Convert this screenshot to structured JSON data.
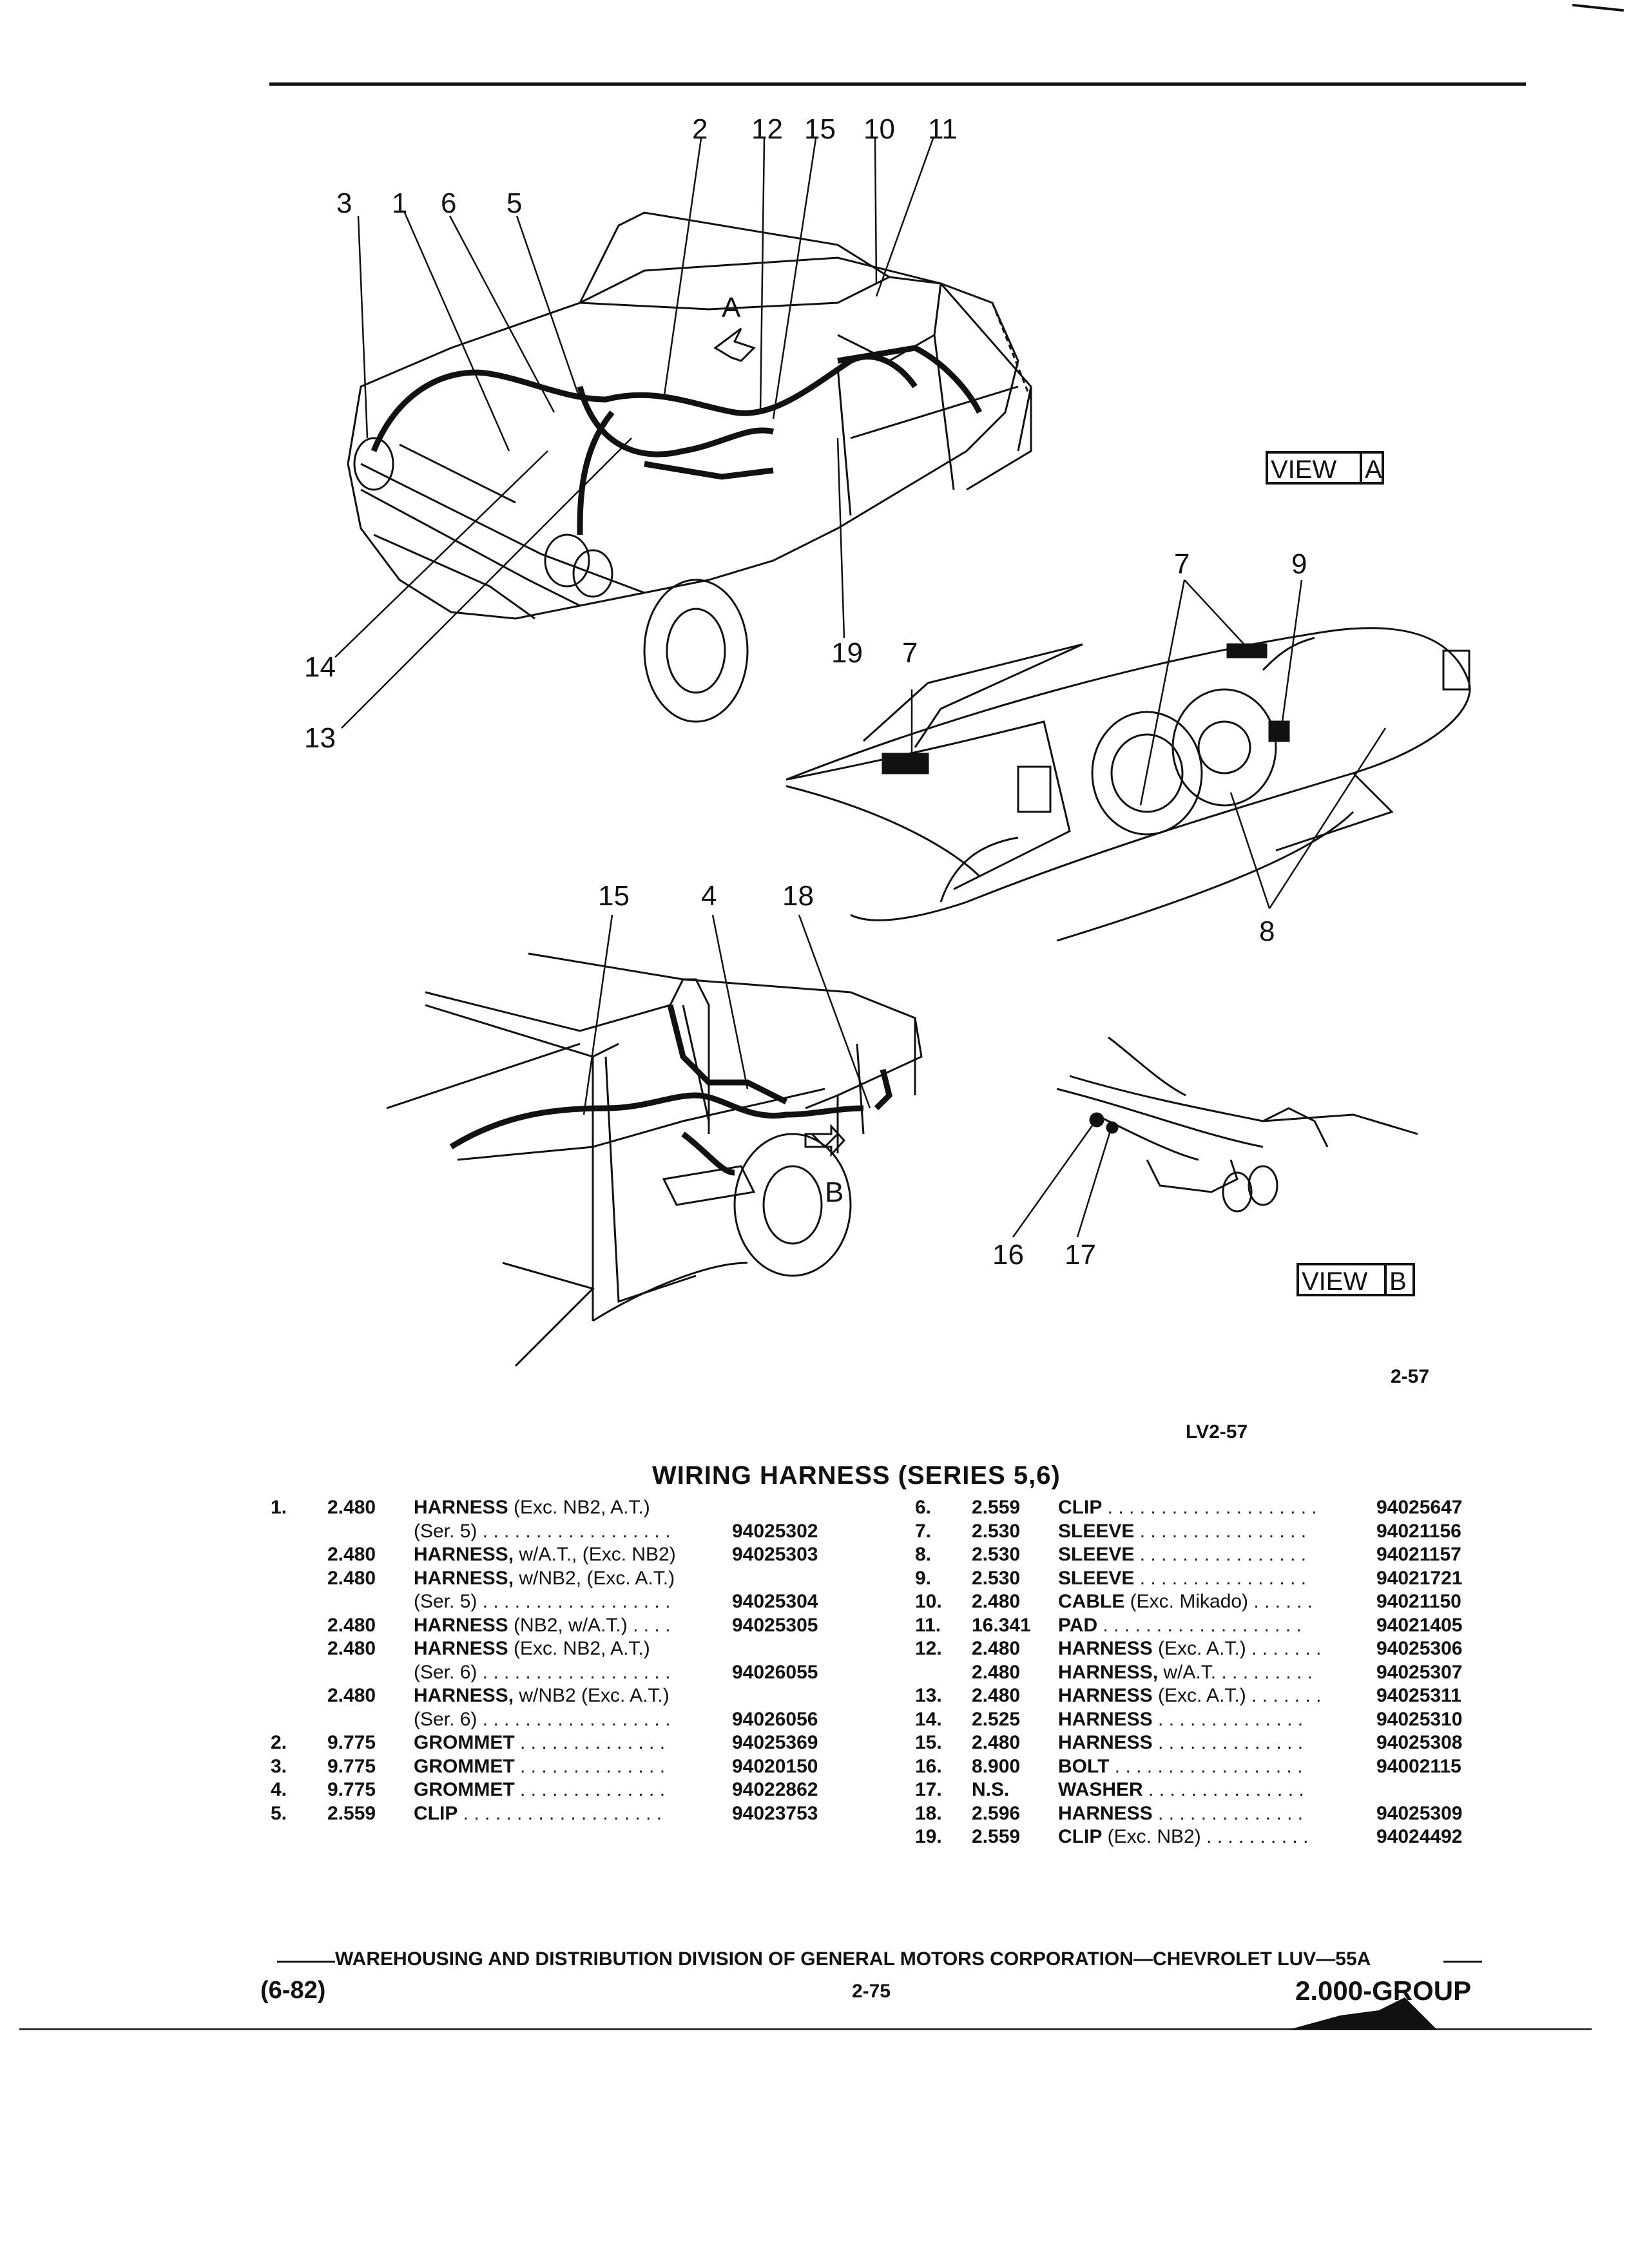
{
  "diagram": {
    "callouts_top": [
      "3",
      "1",
      "6",
      "5",
      "2",
      "12",
      "15",
      "10",
      "11",
      "14",
      "13",
      "19",
      "7"
    ],
    "callouts_view_a": [
      "7",
      "9",
      "8"
    ],
    "callouts_rear": [
      "15",
      "4",
      "18",
      "B"
    ],
    "callouts_view_b": [
      "16",
      "17"
    ],
    "arrow_label": "A",
    "view_a_label": [
      "VIEW",
      "A"
    ],
    "view_b_label": [
      "VIEW",
      "B"
    ],
    "figure_number": "2-57",
    "figure_code": "LV2-57"
  },
  "title": "WIRING HARNESS (SERIES 5,6)",
  "parts_left": [
    {
      "no": "1.",
      "group": "2.480",
      "name": "HARNESS",
      "qual": " (Exc. NB2, A.T.)",
      "lead": "",
      "part": ""
    },
    {
      "no": "",
      "group": "",
      "name": "",
      "qual": "(Ser. 5)",
      "lead": " . . . . . . . . . . . . . . . . . .",
      "part": "94025302"
    },
    {
      "no": "",
      "group": "2.480",
      "name": "HARNESS,",
      "qual": " w/A.T., (Exc. NB2)",
      "lead": "",
      "part": "94025303"
    },
    {
      "no": "",
      "group": "2.480",
      "name": "HARNESS,",
      "qual": " w/NB2, (Exc. A.T.)",
      "lead": "",
      "part": ""
    },
    {
      "no": "",
      "group": "",
      "name": "",
      "qual": "(Ser. 5)",
      "lead": " . . . . . . . . . . . . . . . . . .",
      "part": "94025304"
    },
    {
      "no": "",
      "group": "2.480",
      "name": "HARNESS",
      "qual": " (NB2, w/A.T.)",
      "lead": " . . . .",
      "part": "94025305"
    },
    {
      "no": "",
      "group": "2.480",
      "name": "HARNESS",
      "qual": " (Exc. NB2, A.T.)",
      "lead": "",
      "part": ""
    },
    {
      "no": "",
      "group": "",
      "name": "",
      "qual": "(Ser. 6)",
      "lead": " . . . . . . . . . . . . . . . . . .",
      "part": "94026055"
    },
    {
      "no": "",
      "group": "2.480",
      "name": "HARNESS,",
      "qual": " w/NB2 (Exc. A.T.)",
      "lead": "",
      "part": ""
    },
    {
      "no": "",
      "group": "",
      "name": "",
      "qual": "(Ser. 6)",
      "lead": " . . . . . . . . . . . . . . . . . .",
      "part": "94026056"
    },
    {
      "no": "2.",
      "group": "9.775",
      "name": "GROMMET",
      "qual": "",
      "lead": " . . . . . . . . . . . . . .",
      "part": "94025369"
    },
    {
      "no": "3.",
      "group": "9.775",
      "name": "GROMMET",
      "qual": "",
      "lead": " . . . . . . . . . . . . . .",
      "part": "94020150"
    },
    {
      "no": "4.",
      "group": "9.775",
      "name": "GROMMET",
      "qual": "",
      "lead": " . . . . . . . . . . . . . .",
      "part": "94022862"
    },
    {
      "no": "5.",
      "group": "2.559",
      "name": "CLIP",
      "qual": "",
      "lead": " . . . . . . . . . . . . . . . . . . .",
      "part": "94023753"
    }
  ],
  "parts_right": [
    {
      "no": "6.",
      "group": "2.559",
      "name": "CLIP",
      "qual": "",
      "lead": " . . . . . . . . . . . . . . . . . . . .",
      "part": "94025647"
    },
    {
      "no": "7.",
      "group": "2.530",
      "name": "SLEEVE",
      "qual": "",
      "lead": "  . . . . . . . . . . . . . . . .",
      "part": "94021156"
    },
    {
      "no": "8.",
      "group": "2.530",
      "name": "SLEEVE",
      "qual": "",
      "lead": "  . . . . . . . . . . . . . . . .",
      "part": "94021157"
    },
    {
      "no": "9.",
      "group": "2.530",
      "name": "SLEEVE",
      "qual": "",
      "lead": "  . . . . . . . . . . . . . . . .",
      "part": "94021721"
    },
    {
      "no": "10.",
      "group": "2.480",
      "name": "CABLE",
      "qual": " (Exc. Mikado)",
      "lead": " . . . . . .",
      "part": "94021150"
    },
    {
      "no": "11.",
      "group": "16.341",
      "name": "PAD",
      "qual": "",
      "lead": " . . . . . . . . . . . . . . . . . . .",
      "part": "94021405"
    },
    {
      "no": "12.",
      "group": "2.480",
      "name": "HARNESS",
      "qual": " (Exc. A.T.)",
      "lead": " . . . . . . .",
      "part": "94025306"
    },
    {
      "no": "",
      "group": "2.480",
      "name": "HARNESS,",
      "qual": " w/A.T.",
      "lead": " . . . . . . . . .",
      "part": "94025307"
    },
    {
      "no": "13.",
      "group": "2.480",
      "name": "HARNESS",
      "qual": " (Exc. A.T.)",
      "lead": " . . . . . . .",
      "part": "94025311"
    },
    {
      "no": "14.",
      "group": "2.525",
      "name": "HARNESS",
      "qual": "",
      "lead": "  . . . . . . . . . . . . . .",
      "part": "94025310"
    },
    {
      "no": "15.",
      "group": "2.480",
      "name": "HARNESS",
      "qual": "",
      "lead": "  . . . . . . . . . . . . . .",
      "part": "94025308"
    },
    {
      "no": "16.",
      "group": "8.900",
      "name": "BOLT",
      "qual": "",
      "lead": "  . . . . . . . . . . . . . . . . . .",
      "part": "94002115"
    },
    {
      "no": "17.",
      "group": "N.S.",
      "name": "WASHER",
      "qual": "",
      "lead": " . . . . . . . . . . . . . . .",
      "part": ""
    },
    {
      "no": "18.",
      "group": "2.596",
      "name": "HARNESS",
      "qual": "",
      "lead": "  . . . . . . . . . . . . . .",
      "part": "94025309"
    },
    {
      "no": "19.",
      "group": "2.559",
      "name": "CLIP",
      "qual": " (Exc. NB2)",
      "lead": "  . . . . . . . . . .",
      "part": "94024492"
    }
  ],
  "footer": {
    "publisher": "WAREHOUSING AND DISTRIBUTION  DIVISION OF GENERAL MOTORS CORPORATION—CHEVROLET LUV—55A",
    "date": "(6-82)",
    "page": "2-75",
    "group": "2.000-GROUP"
  }
}
